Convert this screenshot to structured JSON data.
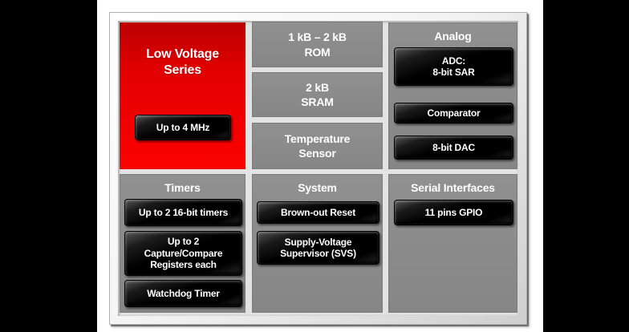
{
  "palette": {
    "canvas_black": "#000000",
    "frame_silver": "#e8e8e8",
    "panel_gray": "#8a8a8a",
    "accent_red": "#ee0000",
    "inner_background": "#e3e3e3"
  },
  "blocks": {
    "low_voltage": {
      "title": "Low Voltage\nSeries",
      "clock_button": "Up to 4 MHz"
    },
    "memory": {
      "rom": "1 kB – 2 kB\nROM",
      "sram": "2 kB\nSRAM",
      "temp_sensor": "Temperature\nSensor"
    },
    "analog": {
      "title": "Analog",
      "adc": "ADC:\n8-bit SAR",
      "comparator": "Comparator",
      "dac": "8-bit DAC"
    },
    "timers": {
      "title": "Timers",
      "timers_16bit": "Up to 2 16-bit timers",
      "capture_compare": "Up to 2\nCapture/Compare\nRegisters each",
      "watchdog": "Watchdog Timer"
    },
    "system": {
      "title": "System",
      "brown_out": "Brown-out Reset",
      "svs": "Supply-Voltage\nSupervisor (SVS)"
    },
    "serial": {
      "title": "Serial Interfaces",
      "gpio": "11 pins GPIO"
    }
  }
}
